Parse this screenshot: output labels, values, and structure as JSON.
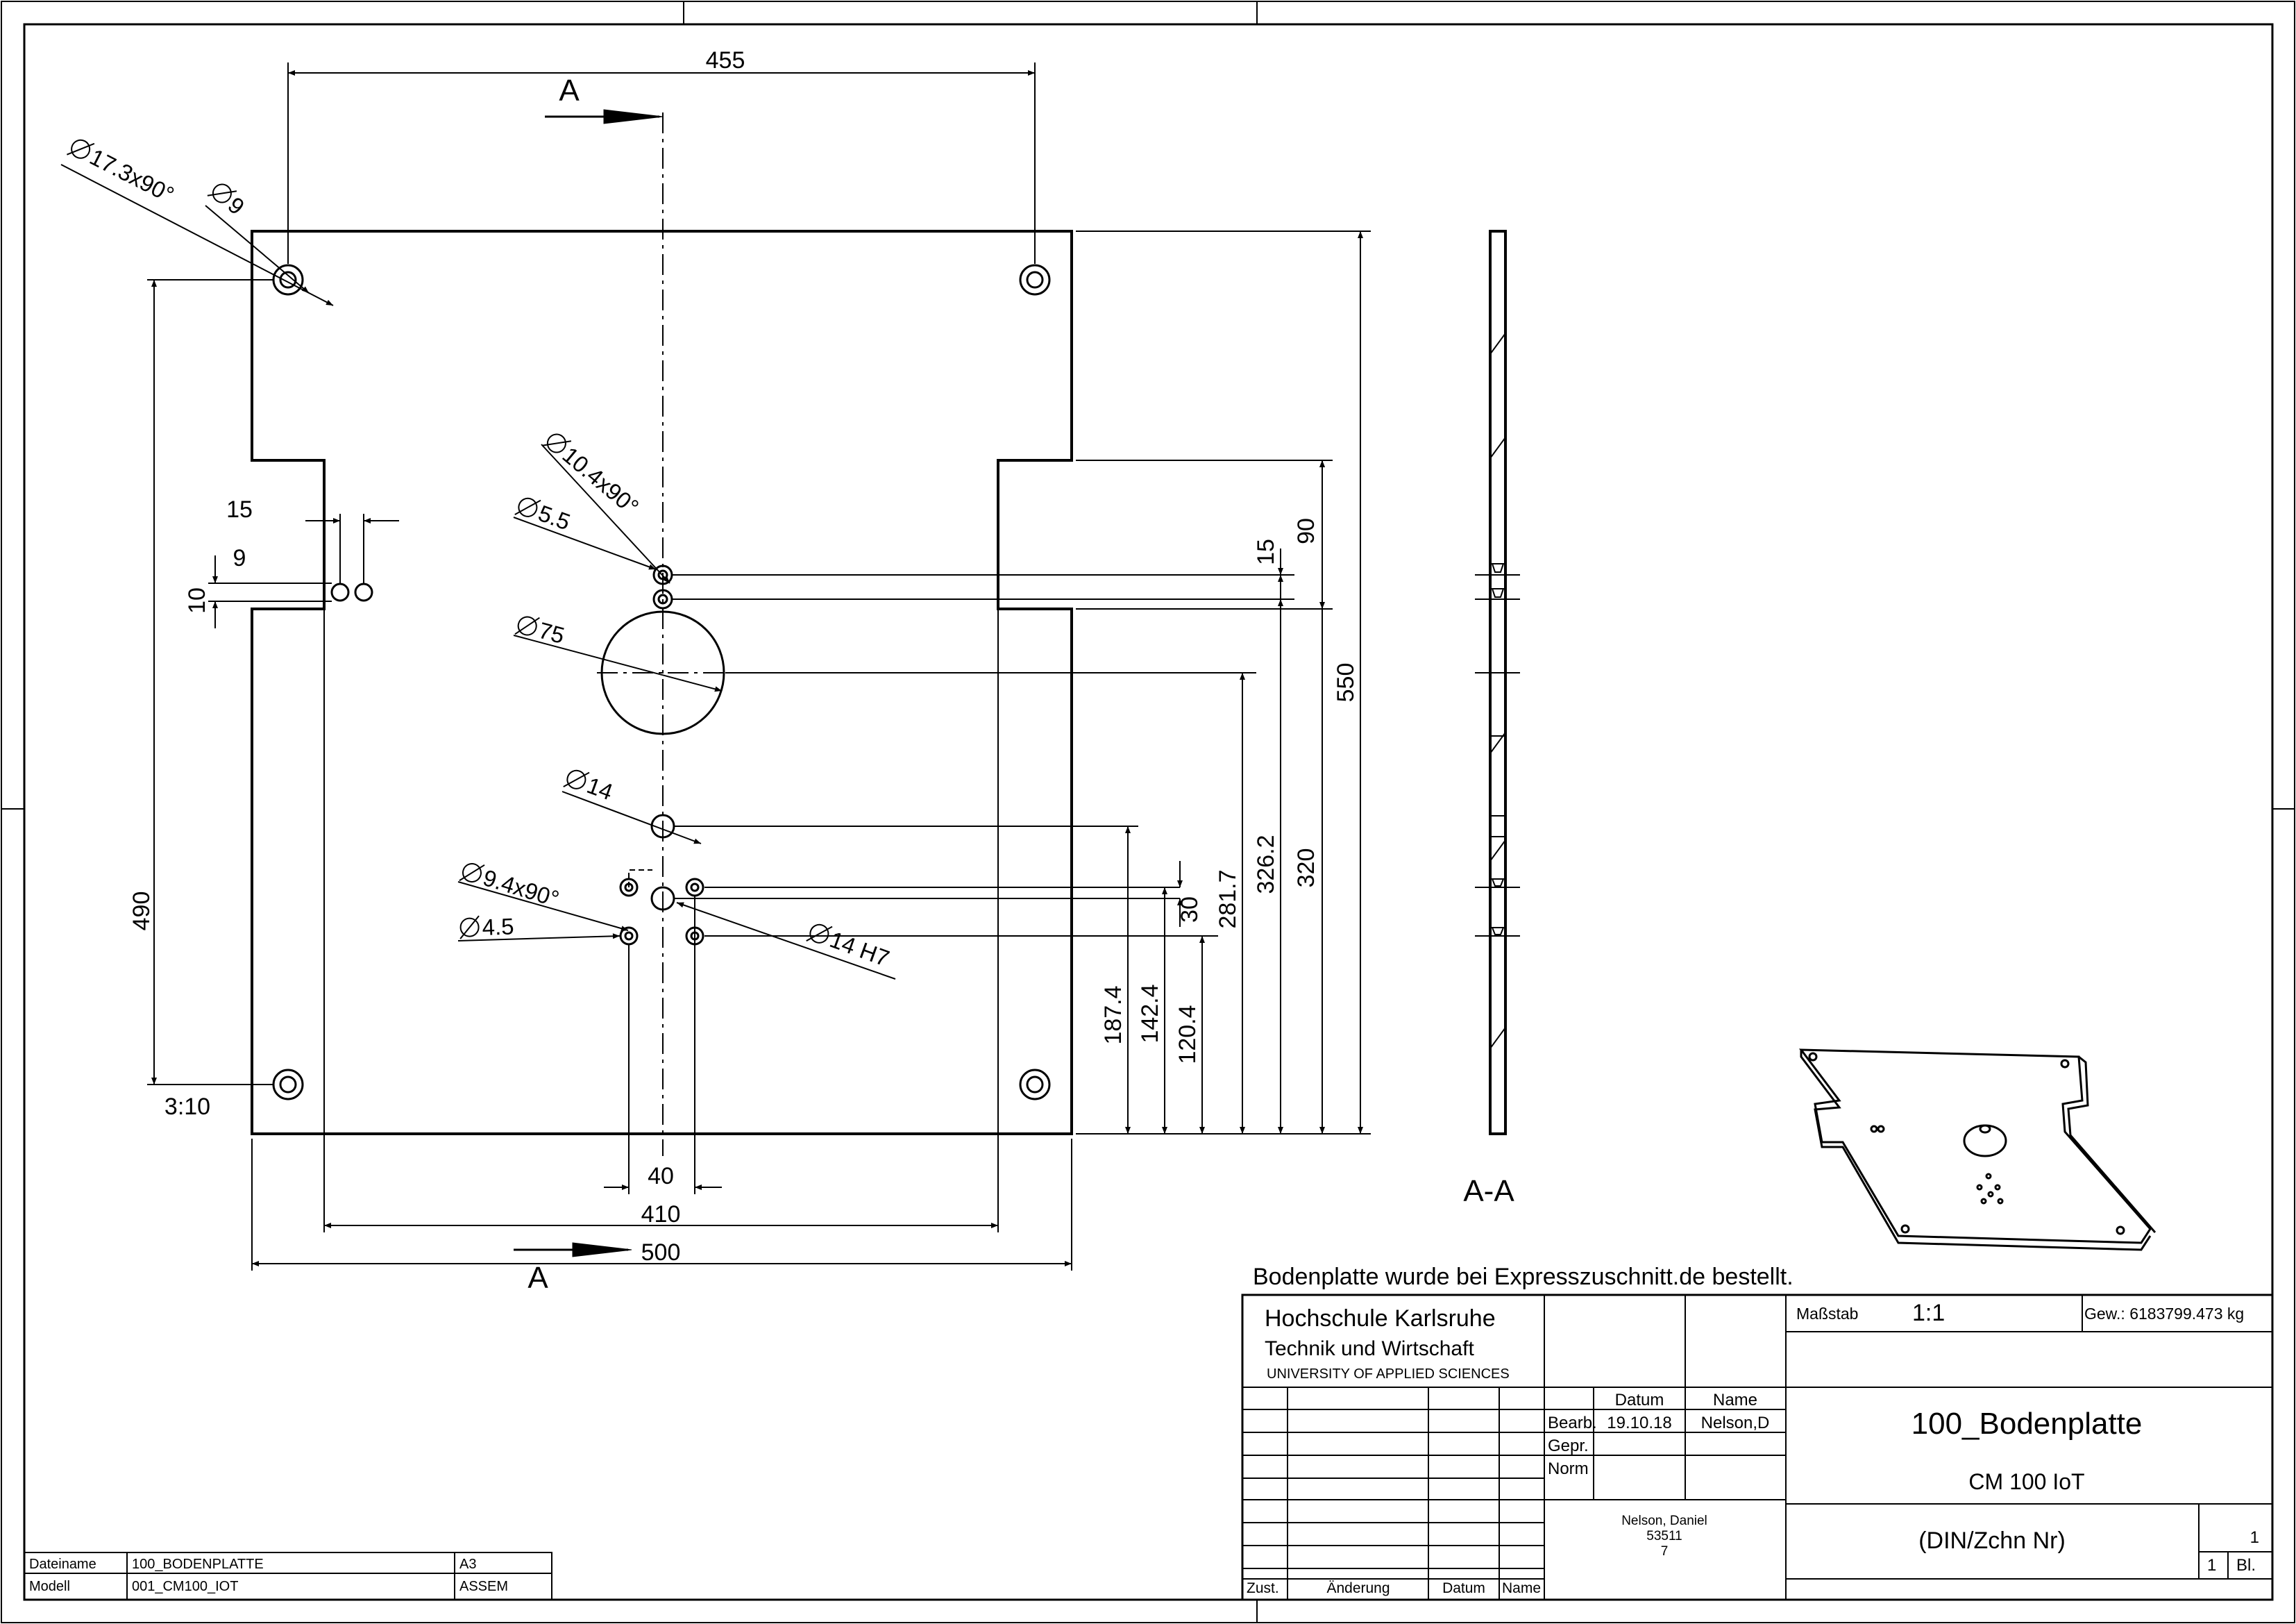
{
  "drawing": {
    "dims": {
      "d455": "455",
      "d500": "500",
      "d410": "410",
      "d40": "40",
      "d550": "550",
      "d320": "320",
      "d326_2": "326.2",
      "d281_7": "281.7",
      "d30": "30",
      "d187_4": "187.4",
      "d142_4": "142.4",
      "d120_4": "120.4",
      "d90": "90",
      "d15v": "15",
      "d490": "490",
      "d15h": "15",
      "d9": "9",
      "d10": "10",
      "ratio": "3:10"
    },
    "callouts": {
      "c17_3": "17.3x90°",
      "c9": "9",
      "c10_4": "10.4x90°",
      "c5_5": "5.5",
      "c75": "75",
      "c14": "14",
      "c9_4": "9.4x90°",
      "c4_5": "4.5",
      "c14h7": "14 H7"
    },
    "section": {
      "letter": "A",
      "label": "A-A"
    },
    "note": "Bodenplatte wurde bei Expresszuschnitt.de bestellt."
  },
  "title_block": {
    "org_line1": "Hochschule Karlsruhe",
    "org_line2": "Technik und Wirtschaft",
    "org_line3": "UNIVERSITY OF APPLIED SCIENCES",
    "col_datum": "Datum",
    "col_name": "Name",
    "row_bearb": "Bearb.",
    "bearb_datum": "19.10.18",
    "bearb_name": "Nelson,D",
    "row_gepr": "Gepr.",
    "row_norm": "Norm",
    "author_name": "Nelson, Daniel",
    "author_id": "53511",
    "author_num": "7",
    "scale_label": "Maßstab",
    "scale_value": "1:1",
    "weight": "Gew.: 6183799.473 kg",
    "part_name": "100_Bodenplatte",
    "project": "CM 100 IoT",
    "drawing_no": "(DIN/Zchn Nr)",
    "sheet_no": "1",
    "sheet_count": "1",
    "sheet_label": "Bl.",
    "rev_zust": "Zust.",
    "rev_aenderung": "Änderung",
    "rev_datum": "Datum",
    "rev_name": "Name"
  },
  "file_block": {
    "dateiname_label": "Dateiname",
    "dateiname_value": "100_BODENPLATTE",
    "format": "A3",
    "modell_label": "Modell",
    "modell_value": "001_CM100_IOT",
    "type": "ASSEM"
  }
}
